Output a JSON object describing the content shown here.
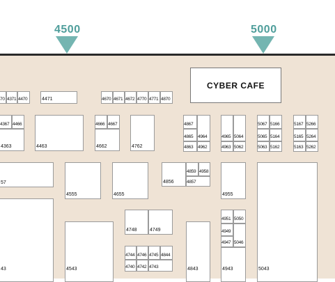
{
  "aisles": [
    {
      "label": "4500"
    },
    {
      "label": "5000"
    }
  ],
  "feature": {
    "label": "CYBER CAFE"
  },
  "booths": [
    "70",
    "4371",
    "4470",
    "4471",
    "4670",
    "4671",
    "4672",
    "4770",
    "4771",
    "4870",
    "4367",
    "4466",
    "4363",
    "4463",
    "4666",
    "4667",
    "4662",
    "4762",
    "4867",
    "4865",
    "4863",
    "4964",
    "4962",
    "4965",
    "4963",
    "5064",
    "5062",
    "5067",
    "5065",
    "5063",
    "5166",
    "5164",
    "5162",
    "5167",
    "5165",
    "5163",
    "5266",
    "5264",
    "5262",
    "57",
    "4555",
    "4655",
    "4856",
    "4859",
    "4958",
    "4857",
    "4955",
    "4748",
    "4749",
    "4951",
    "4949",
    "4947",
    "5050",
    "5046",
    "43",
    "4543",
    "4744",
    "4746",
    "4745",
    "4844",
    "4740",
    "4742",
    "4743",
    "4843",
    "4943",
    "5043"
  ],
  "colors": {
    "floor": "#efe3d5",
    "arrow": "#74b5b1",
    "aisle_text": "#4f9e9b",
    "wall": "#2a2a2a"
  }
}
